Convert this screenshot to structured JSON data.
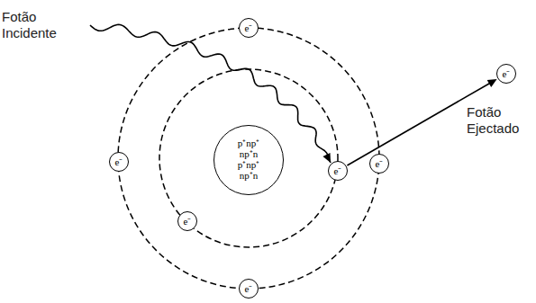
{
  "diagram": {
    "nodes": [
      {
        "text": [
          "e⁻"
        ]
      },
      {
        "text": [
          "e⁻"
        ]
      },
      {
        "text": [
          "e⁻"
        ]
      },
      {
        "text": [
          "e⁻"
        ]
      },
      {
        "text": [
          "p⁺np⁺ np⁺n p⁺np⁺ np⁺n"
        ]
      },
      {
        "text": [
          "e⁻"
        ]
      },
      {
        "text": [
          "e⁻"
        ]
      },
      {
        "text": [
          "e⁻"
        ]
      }
    ],
    "edges": [
      {
        "from": 1,
        "to": 2,
        "arrow": "to"
      }
    ],
    "labels": [
      "Fotão Incidente",
      "Fotão Ejectado"
    ]
  }
}
